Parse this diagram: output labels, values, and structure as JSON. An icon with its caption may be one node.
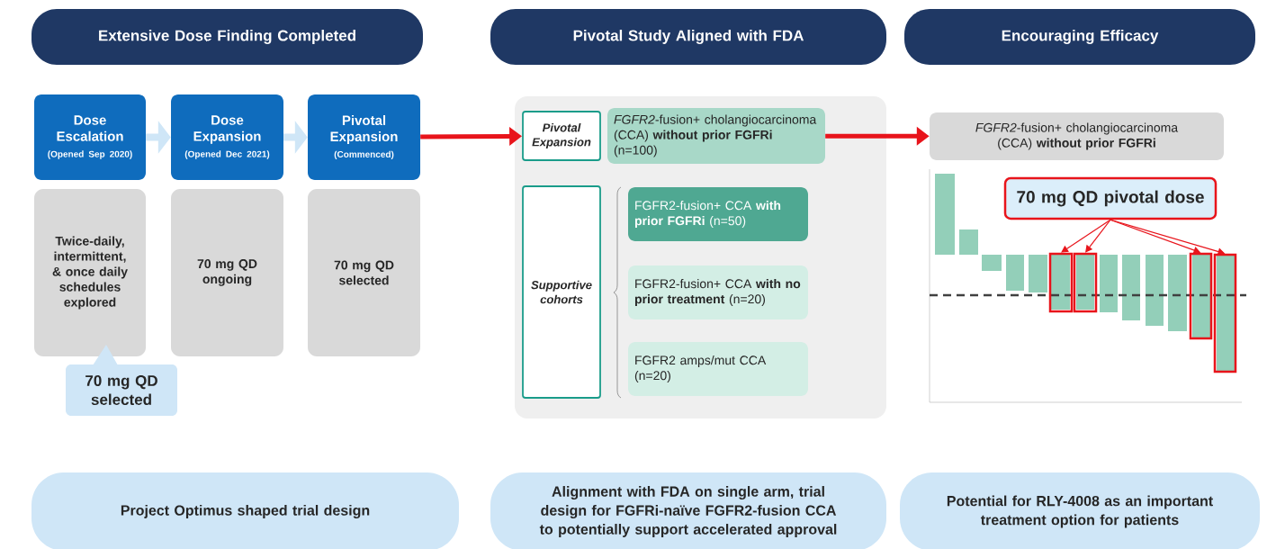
{
  "diagram": {
    "nodes": [
      {
        "text": [
          "Extensive Dose Finding Completed"
        ]
      },
      {
        "text": [
          "Pivotal Study Aligned with FDA"
        ]
      },
      {
        "text": [
          "Encouraging Efficacy"
        ]
      },
      {
        "text": [
          "Dose Escalation",
          "(Opened Sep 2020)"
        ]
      },
      {
        "text": [
          "Dose Expansion",
          "(Opened Dec 2021)"
        ]
      },
      {
        "text": [
          "Pivotal Expansion",
          "(Commenced)"
        ]
      },
      {
        "text": [
          "Twice-daily, intermittent, & once daily schedules explored"
        ]
      },
      {
        "text": [
          "70 mg QD ongoing"
        ]
      },
      {
        "text": [
          "70 mg QD selected"
        ]
      },
      {
        "text": [
          "70 mg QD selected"
        ]
      },
      {
        "text": [],
        "shape": "box"
      },
      {
        "text": [
          "Pivotal Expansion"
        ],
        "in": 10
      },
      {
        "text": [
          "*FGFR2*-fusion+ cholangiocarcinoma (CCA) **without prior FGFRi** (n=100)"
        ],
        "in": 10
      },
      {
        "text": [
          "Supportive cohorts"
        ],
        "in": 10
      },
      {
        "text": [
          "FGFR2-fusion+ CCA **with prior FGFRi** (n=50)"
        ],
        "in": 10
      },
      {
        "text": [
          "FGFR2-fusion+ CCA **with no prior treatment** (n=20)"
        ],
        "in": 10
      },
      {
        "text": [
          "FGFR2 amps/mut CCA (n=20)"
        ],
        "in": 10
      },
      {
        "text": [
          "*FGFR2*-fusion+ cholangiocarcinoma (CCA) **without prior FGFRi**"
        ]
      },
      {
        "text": [
          "70 mg QD pivotal dose"
        ]
      },
      {
        "text": [],
        "shape": "bar"
      },
      {
        "text": [],
        "shape": "bar"
      },
      {
        "text": [],
        "shape": "bar"
      },
      {
        "text": [],
        "shape": "bar"
      },
      {
        "text": [
          "Project Optimus shaped trial design"
        ]
      },
      {
        "text": [
          "Alignment with FDA on single arm, trial design for FGFRi-naïve FGFR2-fusion CCA to potentially support accelerated approval"
        ]
      },
      {
        "text": [
          "Potential for RLY-4008 as an important treatment option for patients"
        ]
      }
    ],
    "edges": [
      {
        "from": 3,
        "to": 4,
        "arrow": "to",
        "style": "thick",
        "color": "#cfe6f7"
      },
      {
        "from": 4,
        "to": 5,
        "arrow": "to",
        "style": "thick",
        "color": "#cfe6f7"
      },
      {
        "from": 5,
        "to": 11,
        "arrow": "to",
        "style": "thick",
        "color": "#e8141b"
      },
      {
        "from": 12,
        "to": 17,
        "arrow": "to",
        "style": "thick",
        "color": "#e8141b"
      },
      {
        "from": 18,
        "to": 19,
        "arrow": "to",
        "color": "#e8141b"
      },
      {
        "from": 18,
        "to": 20,
        "arrow": "to",
        "color": "#e8141b"
      },
      {
        "from": 18,
        "to": 21,
        "arrow": "to",
        "color": "#e8141b"
      },
      {
        "from": 18,
        "to": 22,
        "arrow": "to",
        "color": "#e8141b"
      }
    ]
  }
}
